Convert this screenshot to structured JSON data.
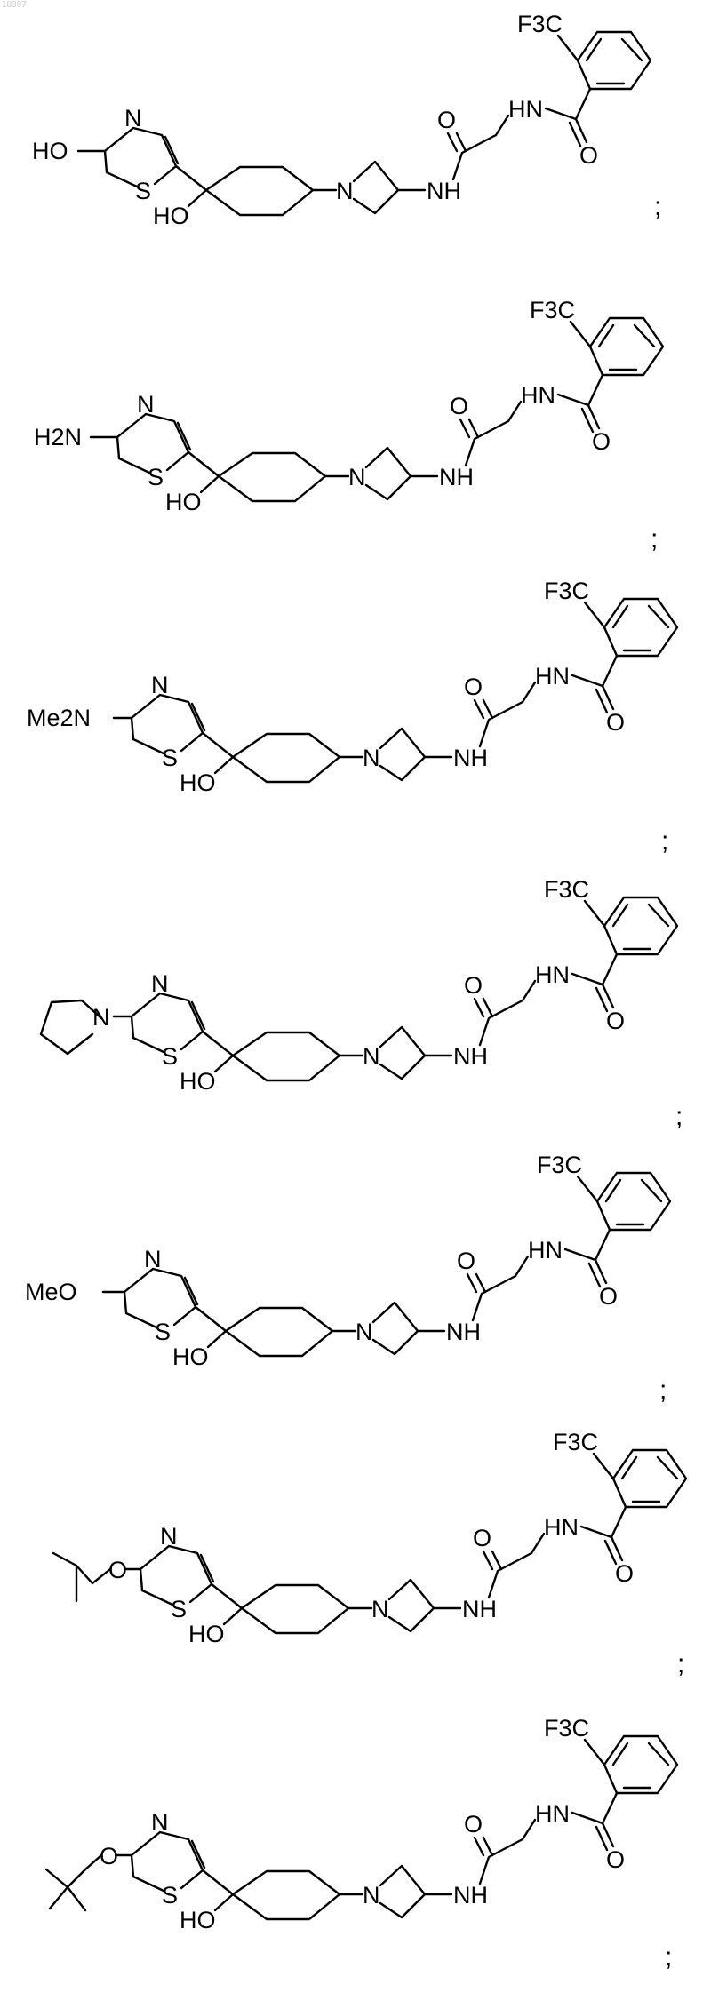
{
  "page_id": "18997",
  "separator": ";",
  "common": {
    "cf3": "F3C",
    "amide_o": "O",
    "amide_nh": "NH",
    "glycine_hn": "HN",
    "ketone_o": "O",
    "azetidine_n": "N",
    "hydroxy": "HO",
    "thiazole_n": "N",
    "thiazole_s": "S"
  },
  "compounds": [
    {
      "substituent_label": "HO"
    },
    {
      "substituent_label": "H2N"
    },
    {
      "substituent_label": "Me2N"
    },
    {
      "substituent_label": "N",
      "substituent_icon": "pyrrolidine-ring-icon"
    },
    {
      "substituent_label": "MeO"
    },
    {
      "substituent_label": "O",
      "substituent_icon": "isopropyl-group-icon"
    },
    {
      "substituent_label": "O",
      "substituent_icon": "tert-butyl-group-icon"
    }
  ]
}
